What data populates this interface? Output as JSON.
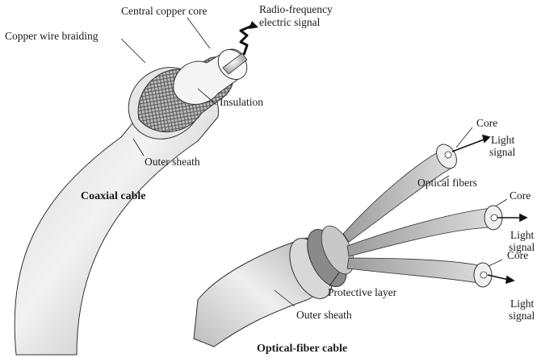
{
  "coaxial": {
    "caption": "Coaxial cable",
    "labels": {
      "central_core": "Central copper core",
      "rf_signal_line1": "Radio-frequency",
      "rf_signal_line2": "electric signal",
      "braiding": "Copper wire braiding",
      "insulation": "Insulation",
      "outer_sheath": "Outer sheath"
    }
  },
  "optical": {
    "caption": "Optical-fiber cable",
    "labels": {
      "core_top": "Core",
      "light_top_1": "Light",
      "light_top_2": "signal",
      "optical_fibers": "Optical fibers",
      "core_mid": "Core",
      "light_mid_1": "Light",
      "light_mid_2": "signal",
      "core_bottom": "Core",
      "light_bottom_1": "Light",
      "light_bottom_2": "signal",
      "protective_layer": "Protective layer",
      "outer_sheath": "Outer sheath"
    }
  }
}
